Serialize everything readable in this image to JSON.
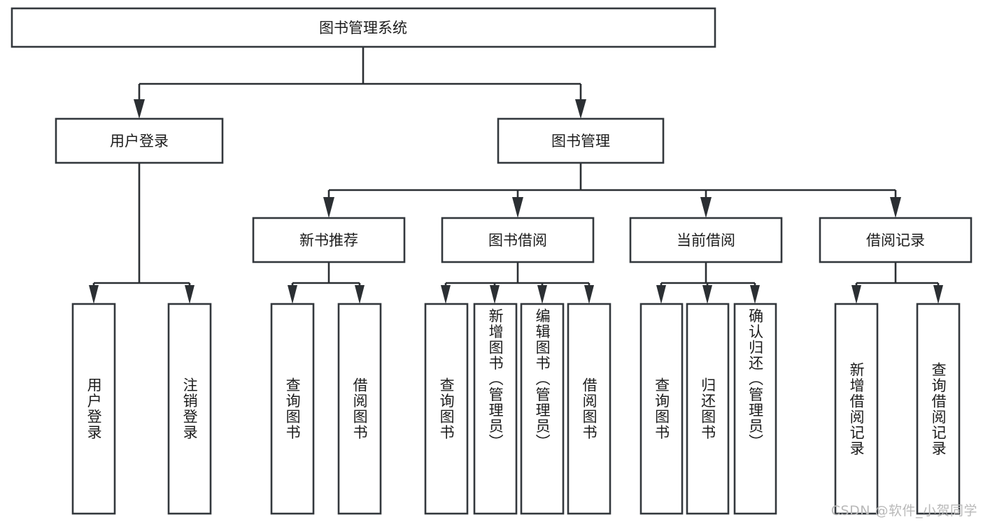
{
  "diagram": {
    "type": "tree-hierarchy-diagram",
    "title": "图书管理系统",
    "orientation": "top-down",
    "watermark": "CSDN @软件_小贺同学",
    "colors": {
      "box_fill": "#ffffff",
      "box_stroke": "#33383d",
      "connector": "#2b2f33",
      "text": "#1c1c1c",
      "watermark": "#b9b9b9",
      "background": "#ffffff"
    },
    "root": {
      "label": "图书管理系统"
    },
    "level2": [
      {
        "label": "用户登录"
      },
      {
        "label": "图书管理"
      }
    ],
    "level3": [
      {
        "label": "新书推荐"
      },
      {
        "label": "图书借阅"
      },
      {
        "label": "当前借阅"
      },
      {
        "label": "借阅记录"
      }
    ],
    "leaves": {
      "user_login": [
        {
          "label": "用户登录"
        },
        {
          "label": "注销登录"
        }
      ],
      "new_book_recommend": [
        {
          "label": "查询图书"
        },
        {
          "label": "借阅图书"
        }
      ],
      "book_borrow": [
        {
          "label": "查询图书"
        },
        {
          "label": "新增图书（管理员）"
        },
        {
          "label": "编辑图书（管理员）"
        },
        {
          "label": "借阅图书"
        }
      ],
      "current_borrow": [
        {
          "label": "查询图书"
        },
        {
          "label": "归还图书"
        },
        {
          "label": "确认归还（管理员）"
        }
      ],
      "borrow_record": [
        {
          "label": "新增借阅记录"
        },
        {
          "label": "查询借阅记录"
        }
      ]
    }
  }
}
